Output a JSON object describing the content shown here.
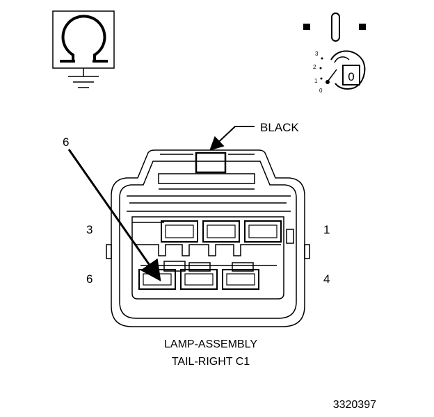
{
  "callouts": {
    "connector_color": "BLACK",
    "probe_pin": "6"
  },
  "pin_labels": {
    "top_left": "3",
    "top_right": "1",
    "bottom_left": "6",
    "bottom_right": "4"
  },
  "ignition": {
    "positions": [
      "3",
      "2",
      "1",
      "0"
    ],
    "key_label": "0"
  },
  "caption": {
    "line1": "LAMP-ASSEMBLY",
    "line2": "TAIL-RIGHT C1"
  },
  "figure_number": "3320397",
  "icons": {
    "ohmmeter": "ohm-meter-icon",
    "ground": "ground-icon",
    "ignition": "ignition-key-icon"
  },
  "colors": {
    "ink": "#000000",
    "paper": "#ffffff"
  }
}
